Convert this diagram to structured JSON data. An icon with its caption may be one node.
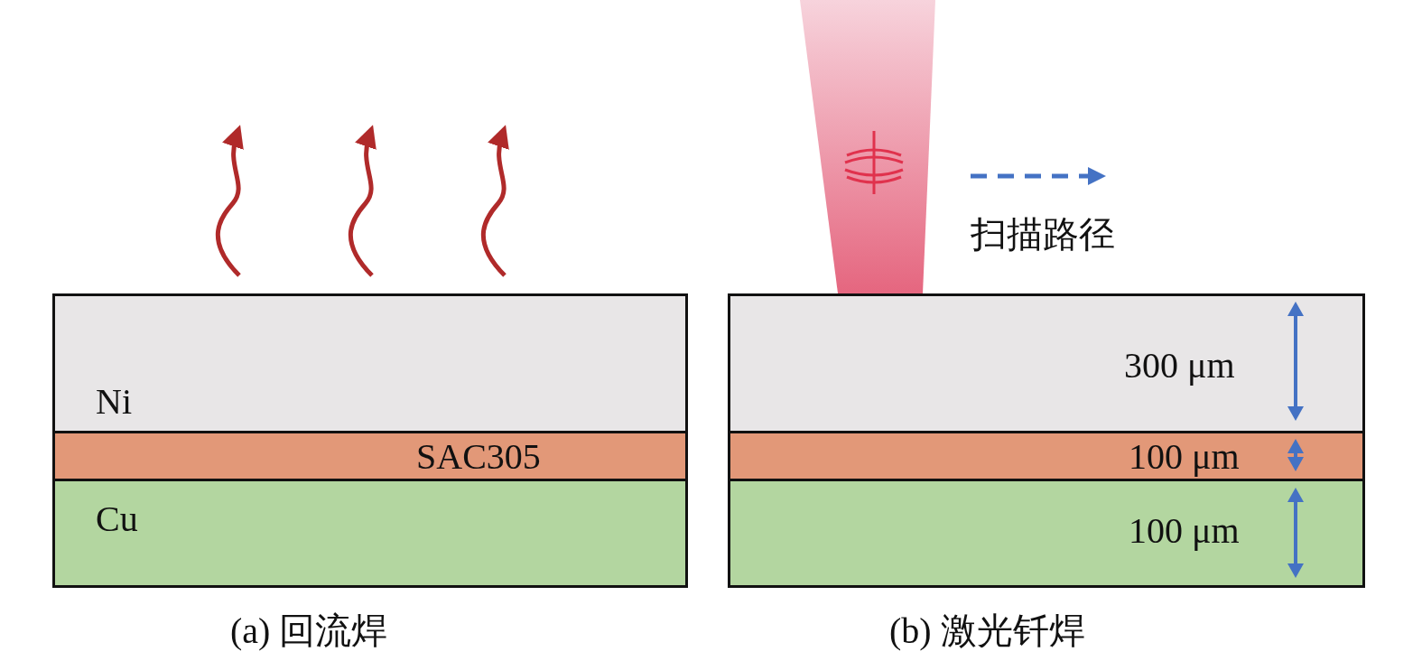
{
  "diagram": {
    "nodes": [
      {
        "text": [
          "Ni"
        ]
      },
      {
        "text": [
          "SAC305"
        ]
      },
      {
        "text": [
          "Cu"
        ]
      },
      {
        "text": [],
        "shape": "box"
      },
      {
        "text": [],
        "shape": "box"
      },
      {
        "text": [],
        "shape": "box"
      }
    ],
    "edges": [],
    "labels": [
      "扫描路径",
      "300 μm",
      "100 μm",
      "100 μm",
      "(a) 回流焊",
      "(b) 激光钎焊"
    ]
  }
}
